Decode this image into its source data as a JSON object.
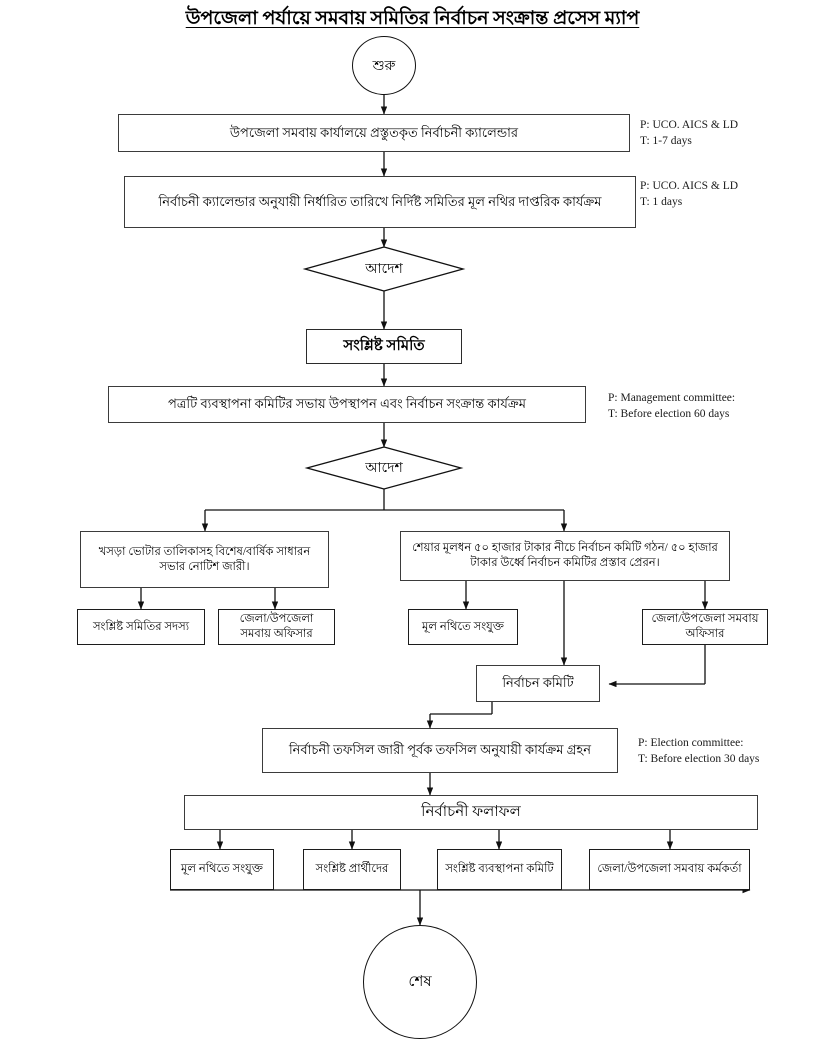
{
  "page": {
    "title": "উপজেলা পর্যায়ে সমবায় সমিতির নির্বাচন সংক্রান্ত প্রসেস ম্যাপ"
  },
  "nodes": {
    "start": "শুরু",
    "step1": "উপজেলা সমবায় কার্যালয়ে প্রস্তুতকৃত নির্বাচনী ক্যালেন্ডার",
    "step2": "নির্বাচনী ক্যালেন্ডার অনুযায়ী নির্ধারিত তারিখে নির্দিষ্ট সমিতির মূল নথির দাপ্তরিক কার্যক্রম",
    "decision1": "আদেশ",
    "committee": "সংশ্লিষ্ট সমিতি",
    "step3": "পত্রটি ব্যবস্থাপনা কমিটির সভায় উপস্থাপন এবং নির্বাচন সংক্রান্ত কার্যক্রম",
    "decision2": "আদেশ",
    "branch_left": "খসড়া ভোটার তালিকাসহ বিশেষ/বার্ষিক সাধারন সভার নোটিশ জারী।",
    "branch_right": "শেয়ার মূলধন ৫০ হাজার টাকার নীচে নির্বাচন কমিটি গঠন/ ৫০ হাজার টাকার উর্ধ্বে নির্বাচন কমিটির প্রস্তাব প্রেরন।",
    "leaf1": "সংশ্লিষ্ট সমিতির সদস্য",
    "leaf2": "জেলা/উপজেলা সমবায় অফিসার",
    "leaf3": "মূল নথিতে সংযুক্ত",
    "leaf4": "জেলা/উপজেলা সমবায় অফিসার",
    "election_committee": "নির্বাচন কমিটি",
    "step4": "নির্বাচনী তফসিল জারী পূর্বক তফসিল অনুযায়ী কার্যক্রম গ্রহন",
    "results_bar": "নির্বাচনী ফলাফল",
    "result1": "মূল নথিতে সংযুক্ত",
    "result2": "সংশ্লিষ্ট প্রার্থীদের",
    "result3": "সংশ্লিষ্ট ব্যবস্থাপনা কমিটি",
    "result4": "জেলা/উপজেলা সমবায় কর্মকর্তা",
    "end": "শেষ"
  },
  "annotations": {
    "a1": "P: UCO. AICS & LD\nT: 1-7 days",
    "a2": "P: UCO. AICS & LD\nT: 1 days",
    "a3": "P: Management committee:\nT: Before election 60 days",
    "a4": "P: Election committee:\nT: Before election 30 days"
  },
  "colors": {
    "background": "#ffffff",
    "stroke": "#3b3b3b",
    "text": "#000000"
  }
}
